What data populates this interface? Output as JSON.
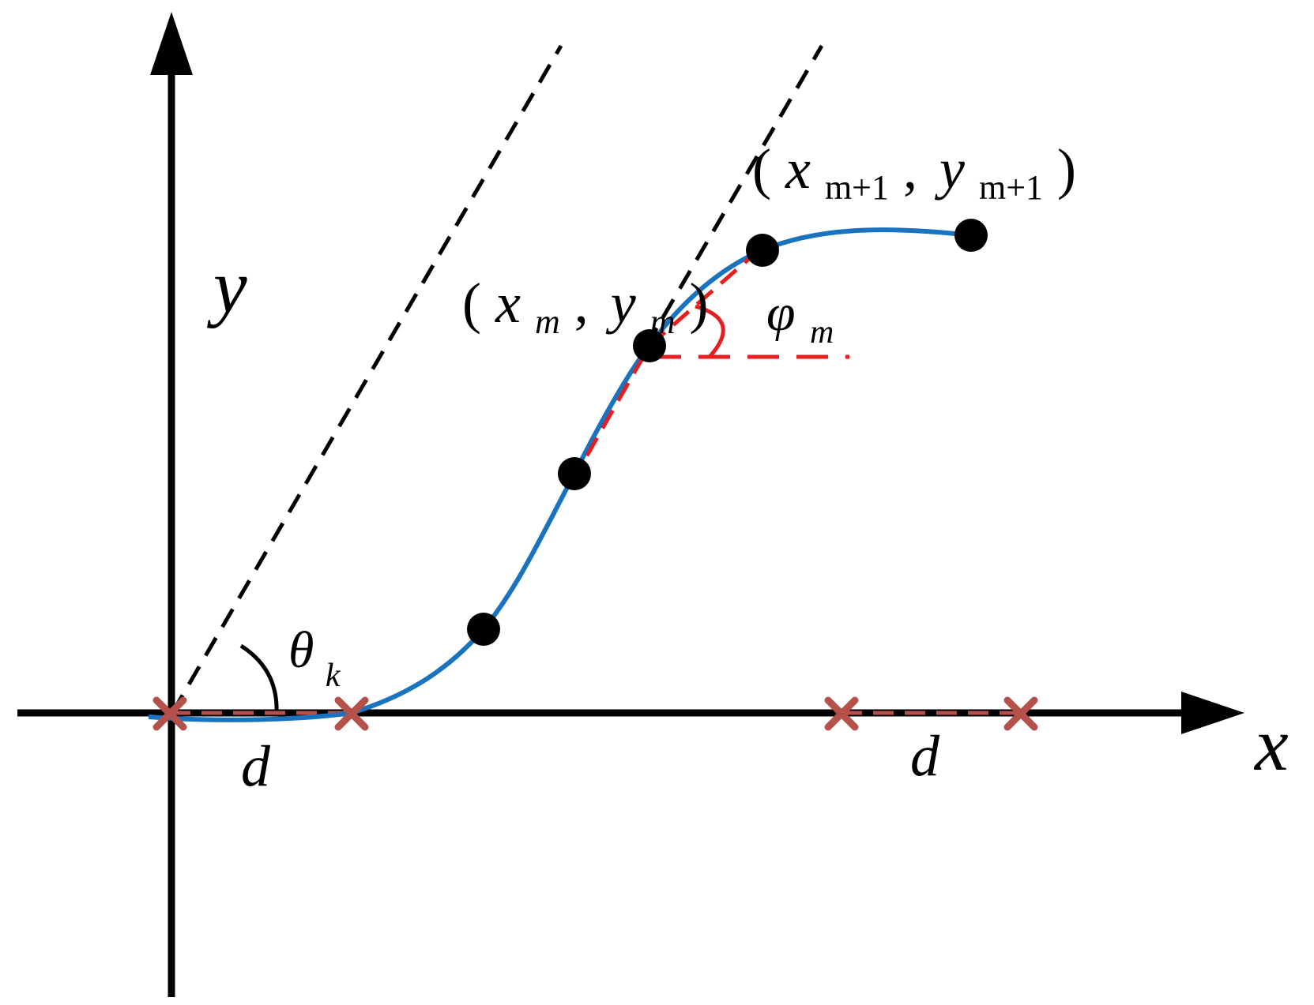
{
  "colors": {
    "axis": "#000000",
    "curve": "#1a73bf",
    "guide": "#000000",
    "tangent": "#e61e1e",
    "cross": "#b5514b",
    "point": "#000000"
  },
  "labels": {
    "y_axis": "y",
    "x_axis": "x",
    "theta": {
      "base": "θ",
      "sub": "k"
    },
    "phi": {
      "base": "φ",
      "sub": "m"
    },
    "d_left": "d",
    "d_right": "d",
    "point_m": {
      "open": "(",
      "x": "x",
      "x_sub": "m",
      "sep": ",",
      "y": "y",
      "y_sub": "m",
      "close": ")"
    },
    "point_m1": {
      "open": "(",
      "x": "x",
      "x_sub": "m+1",
      "sep": ",",
      "y": "y",
      "y_sub": "m+1",
      "close": ")"
    }
  },
  "icons": {
    "cross_marker": "x-mark-icon",
    "point_marker": "filled-circle-icon"
  }
}
